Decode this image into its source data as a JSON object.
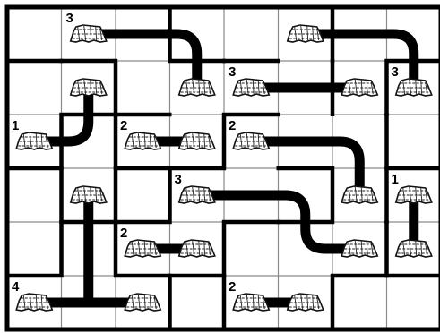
{
  "puzzle": {
    "rows": 6,
    "cols": 8,
    "clues": [
      {
        "row": 0,
        "col": 1,
        "number": "3"
      },
      {
        "row": 1,
        "col": 4,
        "number": "3"
      },
      {
        "row": 1,
        "col": 7,
        "number": "3"
      },
      {
        "row": 2,
        "col": 0,
        "number": "1"
      },
      {
        "row": 2,
        "col": 2,
        "number": "2"
      },
      {
        "row": 2,
        "col": 4,
        "number": "2"
      },
      {
        "row": 3,
        "col": 3,
        "number": "3"
      },
      {
        "row": 3,
        "col": 7,
        "number": "1"
      },
      {
        "row": 4,
        "col": 2,
        "number": "2"
      },
      {
        "row": 5,
        "col": 0,
        "number": "4"
      },
      {
        "row": 5,
        "col": 4,
        "number": "2"
      }
    ],
    "stumps": [
      [
        0,
        1
      ],
      [
        0,
        5
      ],
      [
        1,
        1
      ],
      [
        1,
        3
      ],
      [
        1,
        4
      ],
      [
        1,
        6
      ],
      [
        1,
        7
      ],
      [
        2,
        0
      ],
      [
        2,
        2
      ],
      [
        2,
        3
      ],
      [
        2,
        4
      ],
      [
        3,
        1
      ],
      [
        3,
        3
      ],
      [
        3,
        6
      ],
      [
        3,
        7
      ],
      [
        4,
        2
      ],
      [
        4,
        3
      ],
      [
        4,
        6
      ],
      [
        4,
        7
      ],
      [
        5,
        0
      ],
      [
        5,
        2
      ],
      [
        5,
        4
      ],
      [
        5,
        5
      ]
    ],
    "paths": [
      [
        [
          0,
          1
        ],
        [
          0,
          3
        ],
        [
          1,
          3
        ]
      ],
      [
        [
          0,
          5
        ],
        [
          0,
          7
        ],
        [
          1,
          7
        ]
      ],
      [
        [
          1,
          4
        ],
        [
          1,
          6
        ]
      ],
      [
        [
          2,
          0
        ],
        [
          2,
          1
        ],
        [
          1,
          1
        ]
      ],
      [
        [
          2,
          2
        ],
        [
          2,
          3
        ]
      ],
      [
        [
          2,
          4
        ],
        [
          2,
          6
        ],
        [
          3,
          6
        ]
      ],
      [
        [
          3,
          3
        ],
        [
          3,
          5
        ],
        [
          4,
          5
        ],
        [
          4,
          6
        ]
      ],
      [
        [
          4,
          2
        ],
        [
          4,
          3
        ]
      ],
      [
        [
          3,
          7
        ],
        [
          4,
          7
        ]
      ],
      [
        [
          5,
          0
        ],
        [
          5,
          2
        ]
      ],
      [
        [
          3,
          1
        ],
        [
          5,
          1
        ]
      ],
      [
        [
          5,
          4
        ],
        [
          5,
          5
        ]
      ]
    ],
    "walls": [
      {
        "dir": "v",
        "row": 0,
        "col": 3
      },
      {
        "dir": "v",
        "row": 0,
        "col": 6
      },
      {
        "dir": "v",
        "row": 1,
        "col": 2
      },
      {
        "dir": "v",
        "row": 1,
        "col": 6
      },
      {
        "dir": "v",
        "row": 1,
        "col": 7
      },
      {
        "dir": "v",
        "row": 2,
        "col": 1
      },
      {
        "dir": "v",
        "row": 2,
        "col": 2
      },
      {
        "dir": "v",
        "row": 2,
        "col": 4
      },
      {
        "dir": "v",
        "row": 2,
        "col": 7
      },
      {
        "dir": "v",
        "row": 3,
        "col": 1
      },
      {
        "dir": "v",
        "row": 3,
        "col": 2
      },
      {
        "dir": "v",
        "row": 3,
        "col": 3
      },
      {
        "dir": "v",
        "row": 3,
        "col": 6
      },
      {
        "dir": "v",
        "row": 3,
        "col": 7
      },
      {
        "dir": "v",
        "row": 4,
        "col": 1
      },
      {
        "dir": "v",
        "row": 4,
        "col": 2
      },
      {
        "dir": "v",
        "row": 4,
        "col": 4
      },
      {
        "dir": "v",
        "row": 4,
        "col": 7
      },
      {
        "dir": "v",
        "row": 5,
        "col": 3
      },
      {
        "dir": "v",
        "row": 5,
        "col": 4
      },
      {
        "dir": "v",
        "row": 5,
        "col": 6
      },
      {
        "dir": "h",
        "row": 1,
        "col": 0
      },
      {
        "dir": "h",
        "row": 1,
        "col": 1
      },
      {
        "dir": "h",
        "row": 1,
        "col": 3
      },
      {
        "dir": "h",
        "row": 1,
        "col": 4
      },
      {
        "dir": "h",
        "row": 1,
        "col": 7
      },
      {
        "dir": "h",
        "row": 2,
        "col": 1
      },
      {
        "dir": "h",
        "row": 2,
        "col": 2
      },
      {
        "dir": "h",
        "row": 2,
        "col": 4
      },
      {
        "dir": "h",
        "row": 3,
        "col": 0
      },
      {
        "dir": "h",
        "row": 3,
        "col": 2
      },
      {
        "dir": "h",
        "row": 3,
        "col": 3
      },
      {
        "dir": "h",
        "row": 3,
        "col": 5
      },
      {
        "dir": "h",
        "row": 3,
        "col": 7
      },
      {
        "dir": "h",
        "row": 4,
        "col": 1
      },
      {
        "dir": "h",
        "row": 4,
        "col": 2
      },
      {
        "dir": "h",
        "row": 4,
        "col": 4
      },
      {
        "dir": "h",
        "row": 4,
        "col": 5
      },
      {
        "dir": "h",
        "row": 5,
        "col": 0
      },
      {
        "dir": "h",
        "row": 5,
        "col": 2
      },
      {
        "dir": "h",
        "row": 5,
        "col": 3
      },
      {
        "dir": "h",
        "row": 5,
        "col": 6
      },
      {
        "dir": "h",
        "row": 5,
        "col": 7
      }
    ],
    "colors": {
      "thin_grid": "#8a8a8a",
      "wall": "#000000",
      "path": "#000000",
      "background": "#ffffff"
    },
    "stump_icon": "tree-stump-icon"
  }
}
